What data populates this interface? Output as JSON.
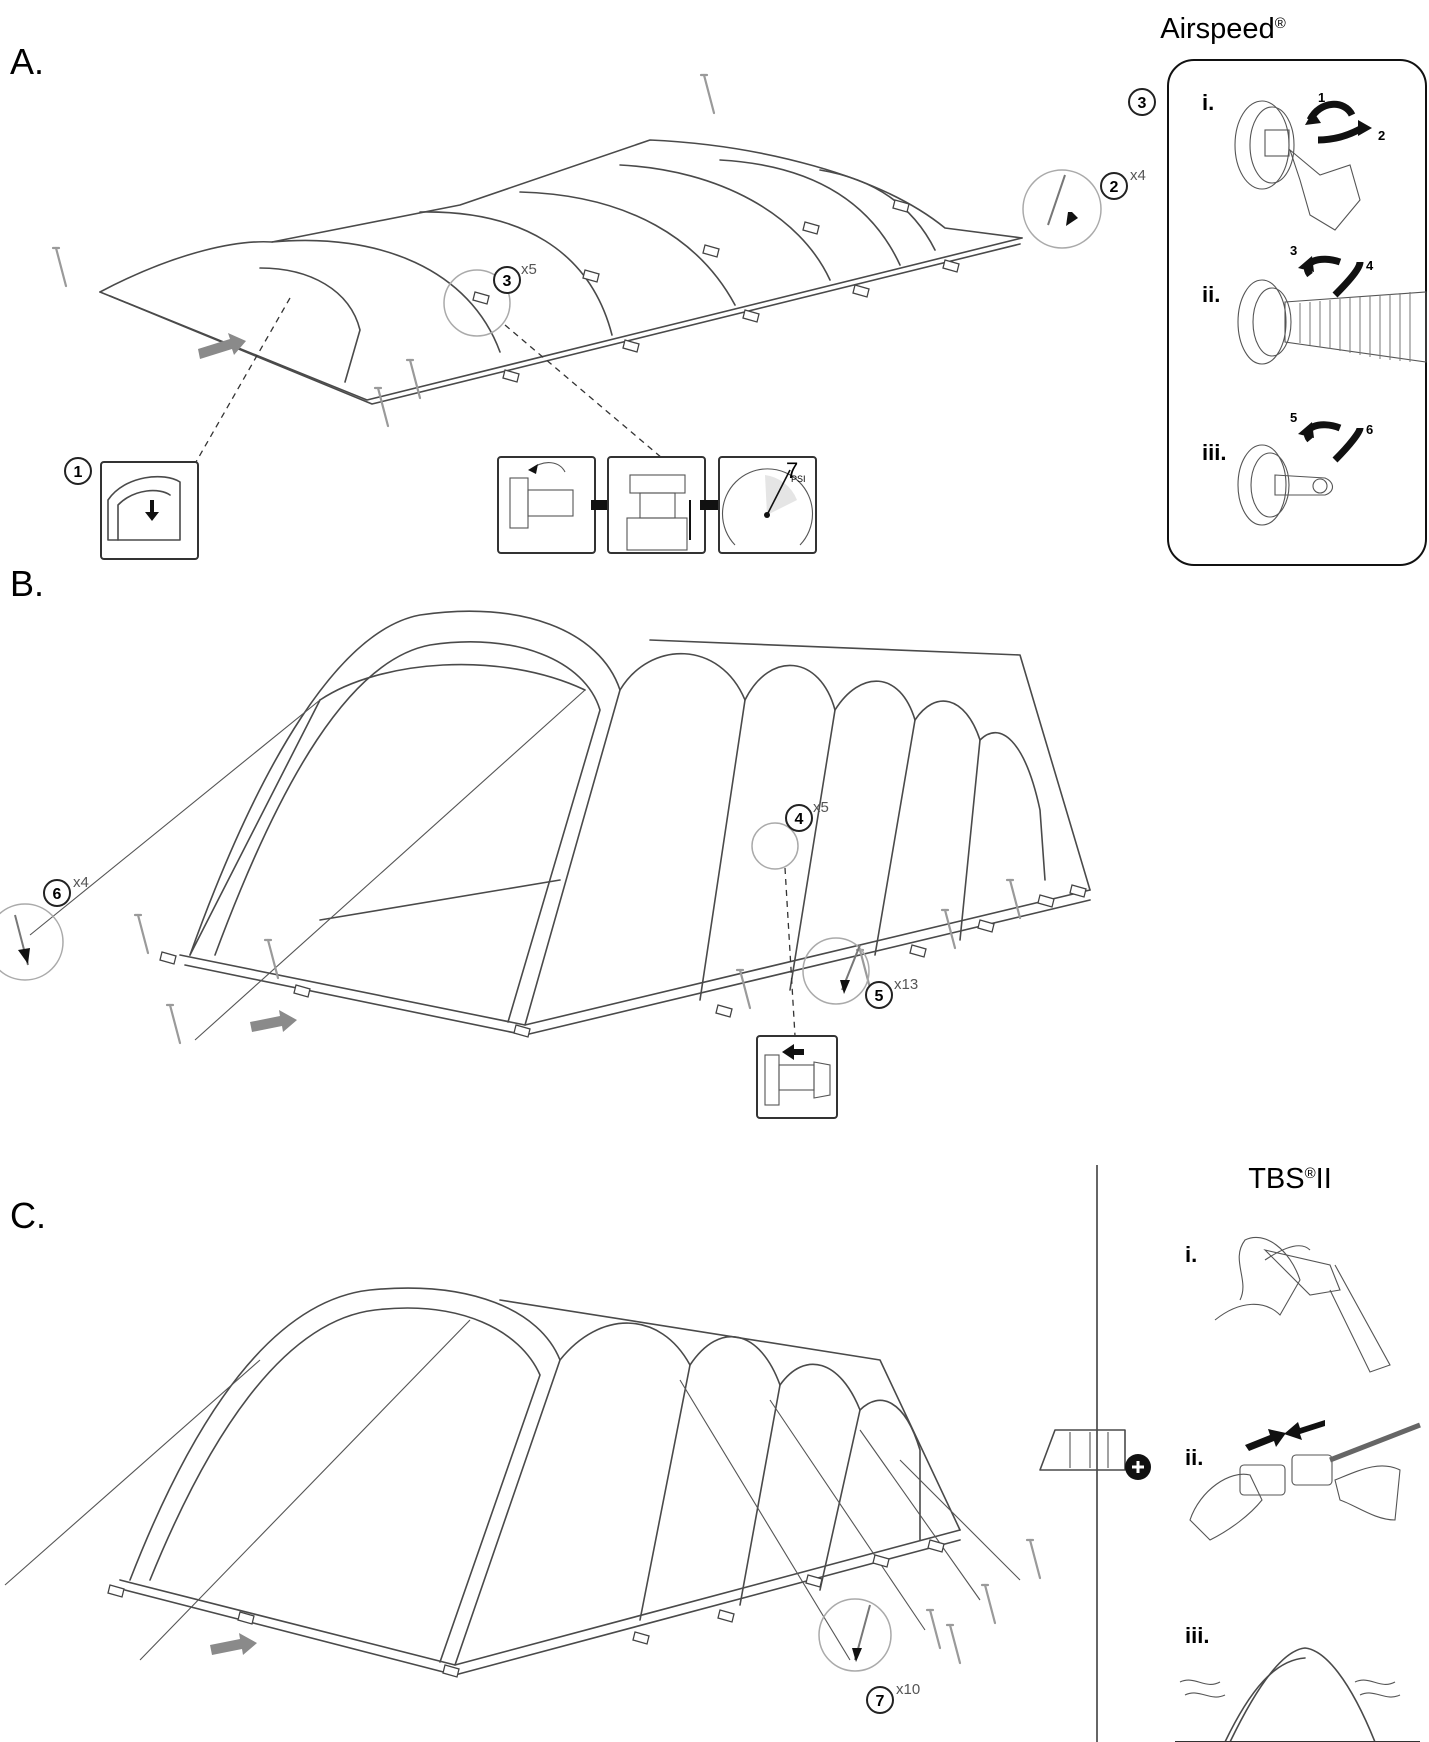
{
  "sections": {
    "a": "A.",
    "b": "B.",
    "c": "C."
  },
  "airspeed": {
    "title": "Airspeed",
    "reg": "®",
    "step": "3",
    "panels": [
      "i.",
      "ii.",
      "iii."
    ],
    "turn_numbers": [
      "1",
      "2",
      "3",
      "4",
      "5",
      "6"
    ]
  },
  "tbs": {
    "title": "TBS",
    "reg": "®",
    "suffix": "II",
    "panels": [
      "i.",
      "ii.",
      "iii."
    ]
  },
  "callouts": {
    "c1": {
      "num": "1",
      "mult": ""
    },
    "c2": {
      "num": "2",
      "mult": "x4"
    },
    "c3": {
      "num": "3",
      "mult": "x5"
    },
    "c4": {
      "num": "4",
      "mult": "x5"
    },
    "c5": {
      "num": "5",
      "mult": "x13"
    },
    "c6": {
      "num": "6",
      "mult": "x4"
    },
    "c7": {
      "num": "7",
      "mult": "x10"
    }
  },
  "pump": {
    "gauge_value": "7",
    "gauge_unit": "PSI"
  }
}
